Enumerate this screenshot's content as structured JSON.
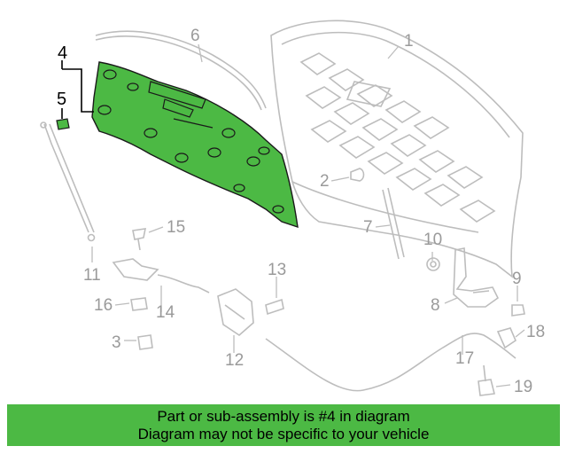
{
  "callouts": {
    "c1": "1",
    "c2": "2",
    "c3": "3",
    "c4": "4",
    "c5": "5",
    "c6": "6",
    "c7": "7",
    "c8": "8",
    "c9": "9",
    "c10": "10",
    "c11": "11",
    "c12": "12",
    "c13": "13",
    "c14": "14",
    "c15": "15",
    "c16": "16",
    "c17": "17",
    "c18": "18",
    "c19": "19"
  },
  "highlight": {
    "part_number": "4",
    "color": "#4cb944"
  },
  "banner": {
    "line1": "Part or sub-assembly is #4 in diagram",
    "line2": "Diagram may not be specific to your vehicle",
    "background": "#4cb944"
  }
}
